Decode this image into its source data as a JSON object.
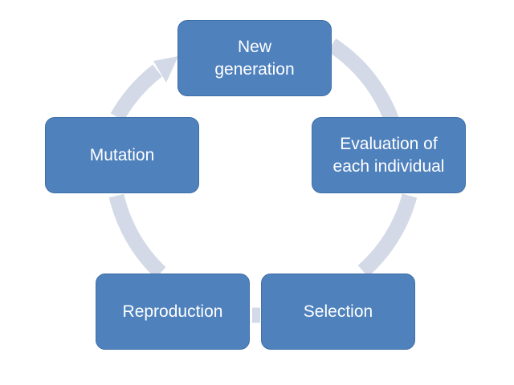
{
  "colors": {
    "node_fill": "#4f81bd",
    "node_text": "#ffffff",
    "cycle_arrow": "#d3d9e6"
  },
  "cycle": {
    "direction": "clockwise",
    "steps": [
      {
        "id": "new",
        "label": "New\ngeneration"
      },
      {
        "id": "eval",
        "label": "Evaluation of\neach individual"
      },
      {
        "id": "sel",
        "label": "Selection"
      },
      {
        "id": "rep",
        "label": "Reproduction"
      },
      {
        "id": "mut",
        "label": "Mutation"
      }
    ]
  }
}
